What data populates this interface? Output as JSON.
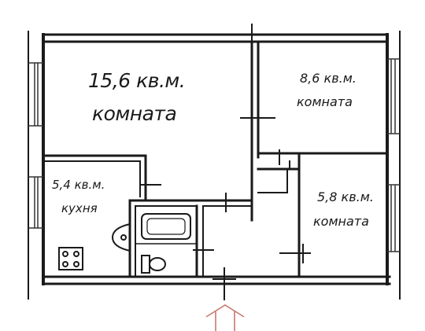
{
  "rooms": {
    "room_large": {
      "area": "15,6 кв.м.",
      "name": "комната"
    },
    "room_top_right": {
      "area": "8,6 кв.м.",
      "name": "комната"
    },
    "room_bottom_right": {
      "area": "5,8 кв.м.",
      "name": "комната"
    },
    "kitchen": {
      "area": "5,4 кв.м.",
      "name": "кухня"
    }
  },
  "colors": {
    "wall": "#1a1a1a",
    "window": "#333333",
    "entrance_arrow": "#c77a6e"
  },
  "icons": [
    "bathtub-icon",
    "sink-icon",
    "toilet-icon",
    "stove-icon",
    "entrance-arrow-icon"
  ]
}
